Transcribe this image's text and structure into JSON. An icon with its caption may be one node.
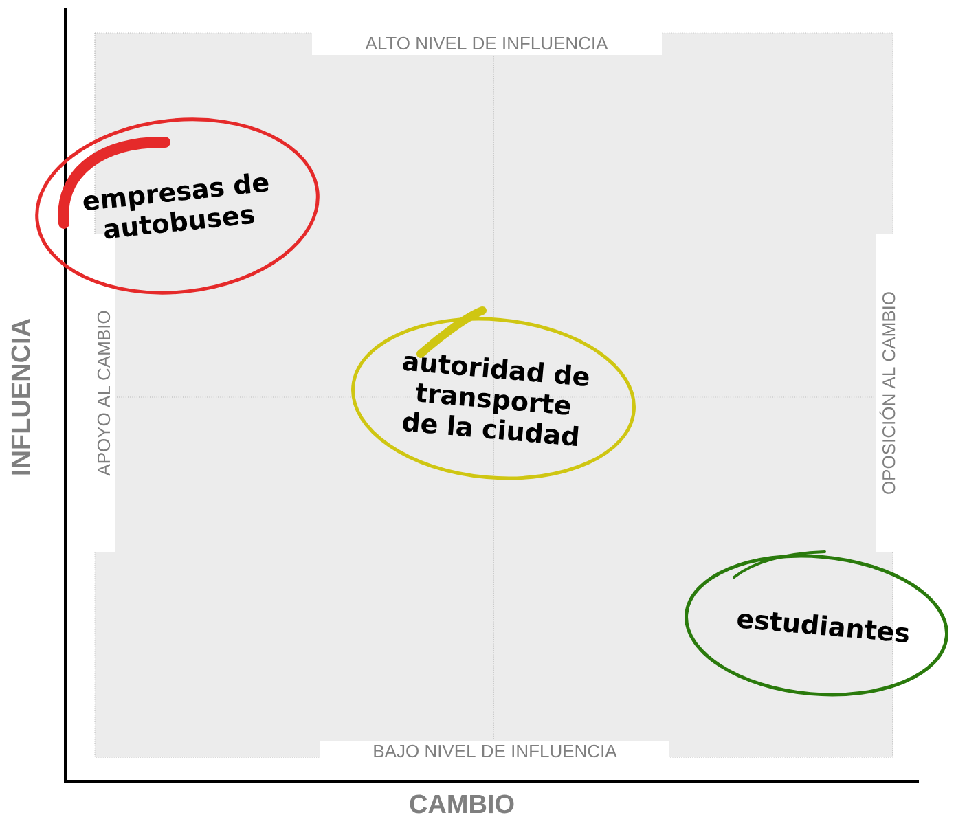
{
  "diagram": {
    "nodes": [
      {
        "text": [
          "empresas de autobuses"
        ]
      },
      {
        "text": [
          "autoridad de transporte de la ciudad"
        ]
      },
      {
        "text": [
          "estudiantes"
        ]
      }
    ],
    "labels": [
      "ALTO NIVEL DE INFLUENCIA",
      "APOYO AL CAMBIO",
      "OPOSICIÓN AL CAMBIO",
      "BAJO NIVEL DE INFLUENCIA",
      "INFLUENCIA",
      "CAMBIO"
    ]
  }
}
